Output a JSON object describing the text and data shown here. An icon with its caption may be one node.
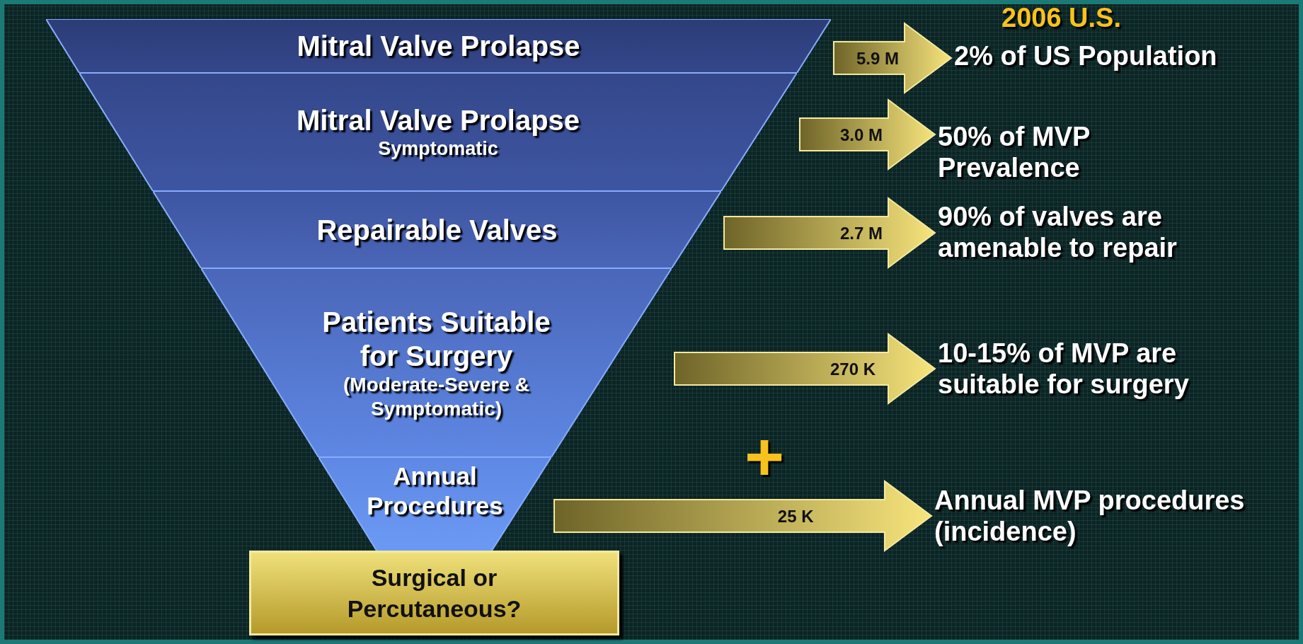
{
  "diagram": {
    "title": "2006 U.S.",
    "nodes": [
      {
        "text": [
          "Mitral Valve Prolapse"
        ]
      },
      {
        "text": [
          "Mitral Valve Prolapse",
          "Symptomatic"
        ]
      },
      {
        "text": [
          "Repairable Valves"
        ]
      },
      {
        "text": [
          "Patients Suitable for Surgery",
          "(Moderate-Severe & Symptomatic)"
        ]
      },
      {
        "text": [
          "Annual Procedures"
        ]
      },
      {
        "text": [
          "Surgical or Percutaneous?"
        ]
      },
      {
        "text": [
          "2% of US Population"
        ]
      },
      {
        "text": [
          "50% of MVP Prevalence"
        ]
      },
      {
        "text": [
          "90% of valves are amenable to repair"
        ]
      },
      {
        "text": [
          "10-15% of MVP are suitable for surgery"
        ]
      },
      {
        "text": [
          "Annual MVP procedures (incidence)"
        ]
      }
    ],
    "edges": [
      {
        "from": 0,
        "to": 6,
        "arrow": "to",
        "label": "5.9 M"
      },
      {
        "from": 1,
        "to": 7,
        "arrow": "to",
        "label": "3.0 M"
      },
      {
        "from": 2,
        "to": 8,
        "arrow": "to",
        "label": "2.7 M"
      },
      {
        "from": 3,
        "to": 9,
        "arrow": "to",
        "label": "270 K"
      },
      {
        "from": 4,
        "to": 10,
        "arrow": "to",
        "label": "25 K"
      }
    ],
    "labels": [
      "+"
    ]
  }
}
